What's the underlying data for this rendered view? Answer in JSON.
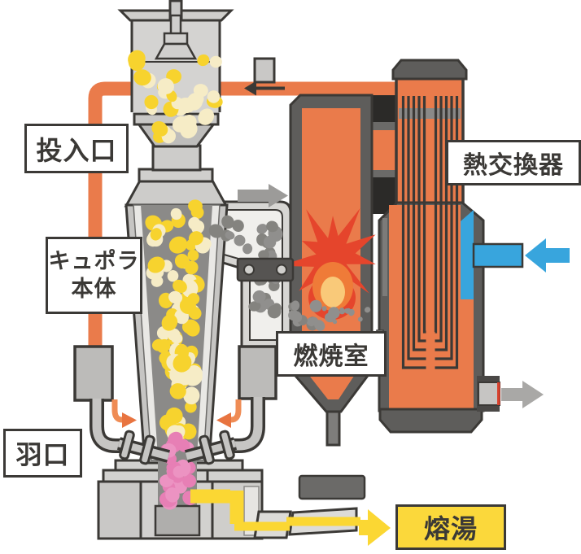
{
  "labels": {
    "inlet": "投入口",
    "cupola_line1": "キュポラ",
    "cupola_line2": "本体",
    "tuyere": "羽口",
    "combustion_chamber": "燃焼室",
    "heat_exchanger": "熱交換器",
    "molten_metal": "熔湯"
  },
  "icons": {
    "exhaust_flow_arrow": "left",
    "cupola_offgas_arrow": "right",
    "tuyere_air_arrow_left": "curved-down-right",
    "tuyere_air_arrow_right": "curved-down-left",
    "cold_air_inlet_arrow": "left",
    "hot_air_outlet_arrow": "right",
    "molten_flow_arrow": "right"
  },
  "colors": {
    "hot_orange": "#EA7B4B",
    "outline_dark": "#3B3936",
    "wall_gray": "#5E5D5B",
    "light_gray": "#CFCECB",
    "lighter_gray": "#D7D6D3",
    "pale_gray": "#F0EFEC",
    "interior_gray": "#8B8A88",
    "pellet_yellow": "#F7D32E",
    "pellet_cream": "#F6ECC6",
    "pellet_pink": "#EC93C2",
    "pellet_pink2": "#E77FB5",
    "pellet_gray": "#908F8D",
    "pellet_gray2": "#84837F",
    "air_blue": "#38A5DD",
    "melt_yellow": "#FBD733",
    "label_yellow": "#FBD83B",
    "flame_red": "#E5452C",
    "flame_mid": "#EF7B38",
    "flame_core": "#F9C979",
    "arrow_gray": "#A9A8A6"
  }
}
